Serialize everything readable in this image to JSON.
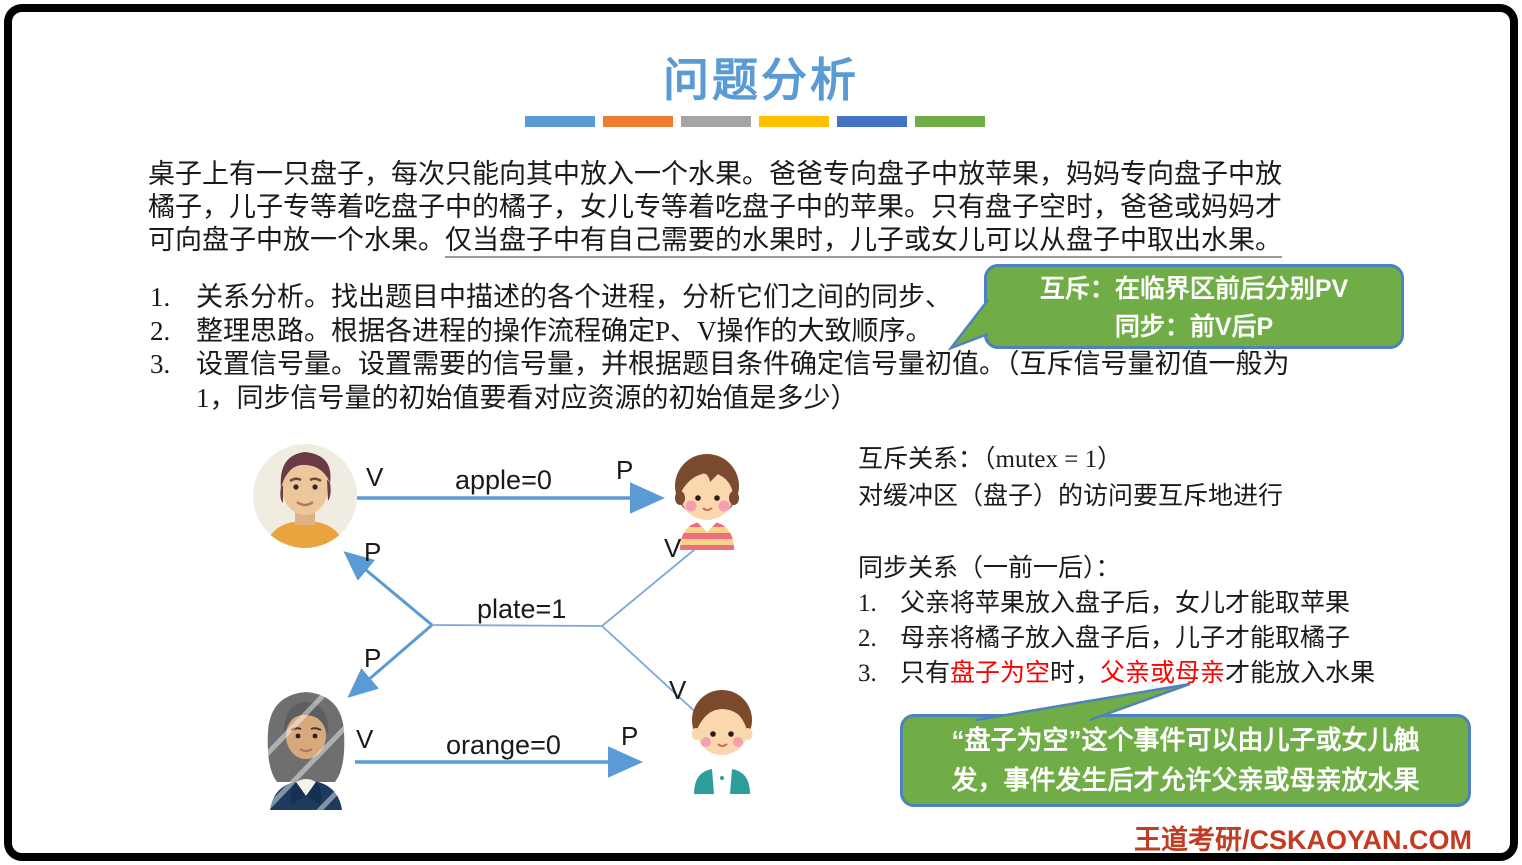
{
  "slide": {
    "title": "问题分析",
    "title_color": "#5B9BD5",
    "accent_colors": [
      "#5B9BD5",
      "#ED7D31",
      "#A5A5A5",
      "#FFC000",
      "#4472C4",
      "#70AD47"
    ]
  },
  "intro": {
    "line1": "桌子上有一只盘子，每次只能向其中放入一个水果。爸爸专向盘子中放苹果，妈妈专向盘子中放",
    "line2": "橘子，儿子专等着吃盘子中的橘子，女儿专等着吃盘子中的苹果。只有盘子空时，爸爸或妈妈才",
    "line3_plain": "可向盘子中放一个水果。",
    "line3_underlined": "仅当盘子中有自己需要的水果时，儿子或女儿可以从盘子中取出水果。"
  },
  "steps": {
    "items": [
      {
        "num": "1.",
        "text": "关系分析。找出题目中描述的各个进程，分析它们之间的同步、"
      },
      {
        "num": "2.",
        "text": "整理思路。根据各进程的操作流程确定P、V操作的大致顺序。"
      },
      {
        "num": "3.",
        "line1": "设置信号量。设置需要的信号量，并根据题目条件确定信号量初值。（互斥信号量初值一般为",
        "line2": "1，同步信号量的初始值要看对应资源的初始值是多少）"
      }
    ]
  },
  "callout_top": {
    "line1": "互斥：在临界区前后分别PV",
    "line2": "同步：前V后P",
    "fill": "#70AD47",
    "border": "#4F81BD"
  },
  "diagram": {
    "arrow_color": "#5B9BD5",
    "labels": {
      "apple": "apple=0",
      "plate": "plate=1",
      "orange": "orange=0",
      "v_father_apple": "V",
      "p_daughter_apple": "P",
      "p_father_plate": "P",
      "v_daughter_plate": "V",
      "p_mother_plate": "P",
      "v_son_plate": "V",
      "v_mother_orange": "V",
      "p_son_orange": "P"
    }
  },
  "mutex_block": {
    "line1": "互斥关系：（mutex = 1）",
    "line2": "对缓冲区（盘子）的访问要互斥地进行"
  },
  "sync_block": {
    "heading": "同步关系（一前一后）：",
    "red_color": "#FF0000",
    "items": [
      {
        "num": "1.",
        "text": "父亲将苹果放入盘子后，女儿才能取苹果"
      },
      {
        "num": "2.",
        "text": "母亲将橘子放入盘子后，儿子才能取橘子"
      },
      {
        "num": "3.",
        "pre": "只有",
        "red1": "盘子为空",
        "mid": "时，",
        "red2": "父亲或母亲",
        "post": "才能放入水果"
      }
    ]
  },
  "callout_bottom": {
    "line1": "“盘子为空”这个事件可以由儿子或女儿触",
    "line2": "发，事件发生后才允许父亲或母亲放水果"
  },
  "watermark": {
    "text": "王道考研/CSKAOYAN.COM",
    "color": "#C23B22"
  }
}
